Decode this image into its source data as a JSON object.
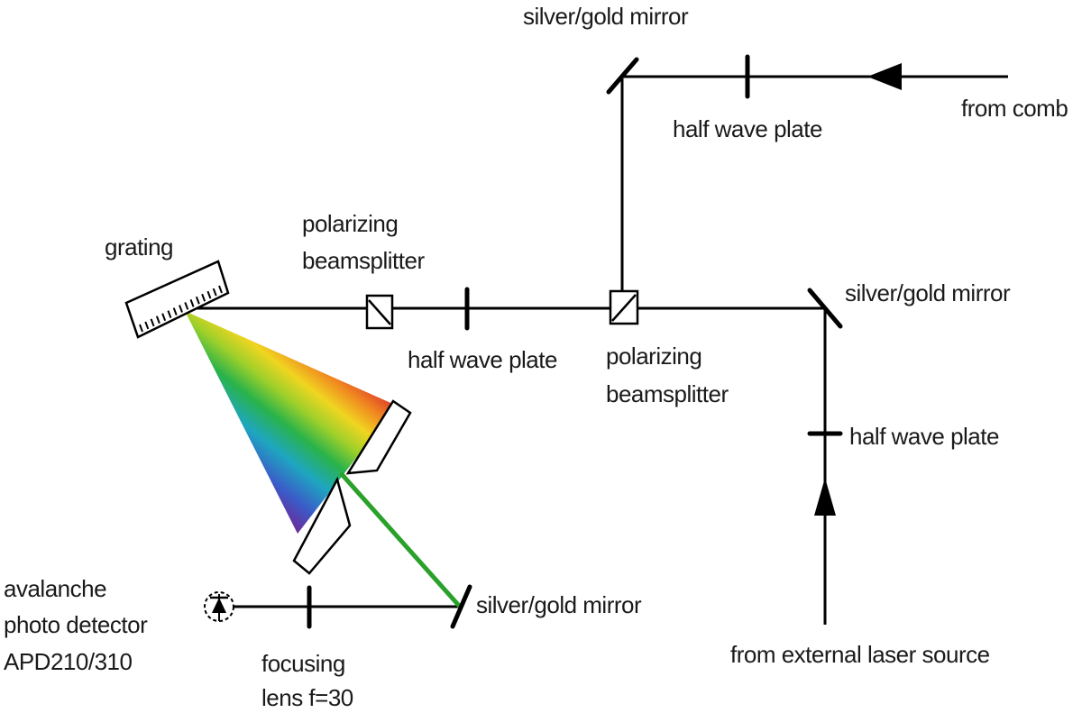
{
  "labels": {
    "mirror_top": "silver/gold mirror",
    "hwp_top": "half wave plate",
    "from_comb": "from comb",
    "grating": "grating",
    "pbs_left_1": "polarizing",
    "pbs_left_2": "beamsplitter",
    "mirror_right": "silver/gold mirror",
    "hwp_mid": "half wave plate",
    "pbs_right_1": "polarizing",
    "pbs_right_2": "beamsplitter",
    "hwp_right": "half wave plate",
    "apd_1": "avalanche",
    "apd_2": "photo detector",
    "apd_3": "APD210/310",
    "mirror_bottom": "silver/gold mirror",
    "lens_1": "focusing",
    "lens_2": "lens f=30",
    "external": "from external laser source"
  },
  "colors": {
    "beam": "#000000",
    "selected_wavelength": "#2aa12a",
    "spectrum": [
      "#6a2c9c",
      "#3a5cc8",
      "#1ea6c0",
      "#2ab34a",
      "#9fd02a",
      "#f0d520",
      "#f08a20",
      "#e0402a"
    ]
  }
}
